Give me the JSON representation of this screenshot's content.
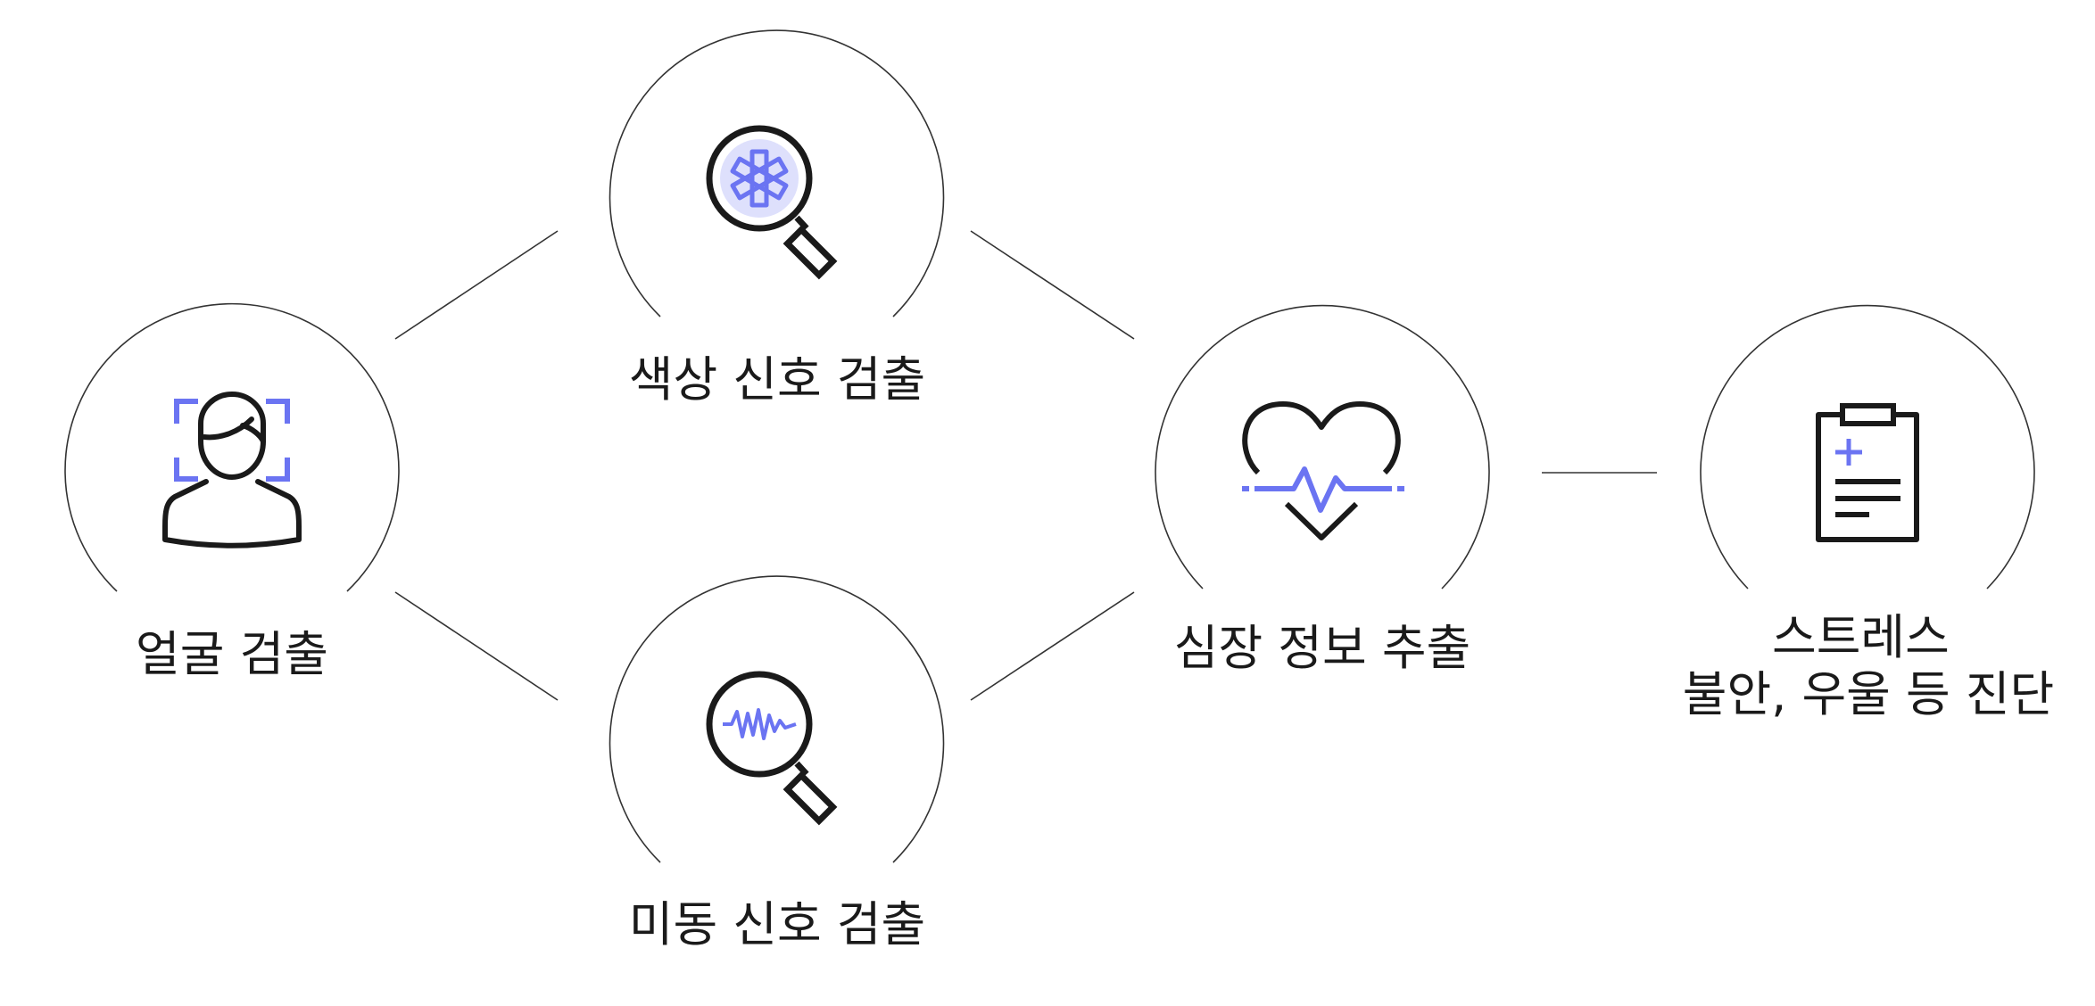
{
  "colors": {
    "ink": "#1a1a1a",
    "accent": "#6b74f2",
    "line": "#333333"
  },
  "nodes": [
    {
      "id": "face-detection",
      "icon": "face-scan-icon",
      "label_lines": [
        "얼굴 검출"
      ]
    },
    {
      "id": "color-signal-detection",
      "icon": "magnifier-medical-icon",
      "label_lines": [
        "색상 신호 검출"
      ]
    },
    {
      "id": "micro-motion-detection",
      "icon": "magnifier-waveform-icon",
      "label_lines": [
        "미동 신호 검출"
      ]
    },
    {
      "id": "cardiac-info-extraction",
      "icon": "heart-pulse-icon",
      "label_lines": [
        "심장 정보 추출"
      ]
    },
    {
      "id": "diagnosis",
      "icon": "clipboard-medical-icon",
      "label_lines": [
        "스트레스",
        "불안, 우울 등 진단"
      ]
    }
  ],
  "edges": [
    {
      "from": "face-detection",
      "to": "color-signal-detection"
    },
    {
      "from": "face-detection",
      "to": "micro-motion-detection"
    },
    {
      "from": "color-signal-detection",
      "to": "cardiac-info-extraction"
    },
    {
      "from": "micro-motion-detection",
      "to": "cardiac-info-extraction"
    },
    {
      "from": "cardiac-info-extraction",
      "to": "diagnosis"
    }
  ]
}
